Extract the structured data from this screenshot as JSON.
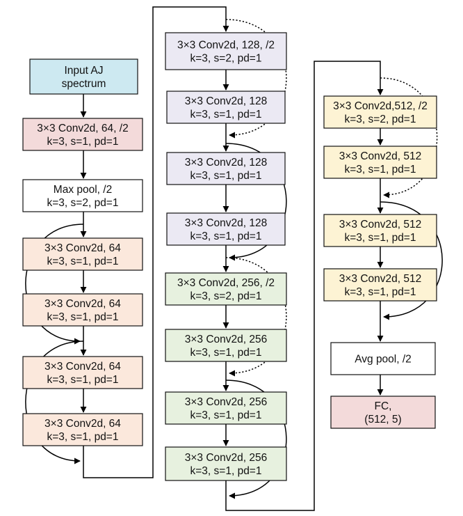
{
  "colors": {
    "input": "#cde9f1",
    "stem": "#f3dada",
    "stage1": "#fbe8dc",
    "stage2": "#ebe9f3",
    "stage3": "#e7f1df",
    "stage4": "#fdf3d4",
    "plain": "#ffffff",
    "fc": "#f3dada"
  },
  "blocks": [
    {
      "id": "input",
      "lines": [
        "Input AJ",
        "spectrum"
      ],
      "color": "input"
    },
    {
      "id": "conv-stem",
      "lines": [
        "3×3 Conv2d, 64, /2",
        "k=3, s=1, pd=1"
      ],
      "color": "stem"
    },
    {
      "id": "maxpool",
      "lines": [
        "Max pool, /2",
        "k=3, s=2, pd=1"
      ],
      "color": "plain"
    },
    {
      "id": "s1-conv1",
      "lines": [
        "3×3 Conv2d, 64",
        "k=3, s=1, pd=1"
      ],
      "color": "stage1"
    },
    {
      "id": "s1-conv2",
      "lines": [
        "3×3 Conv2d, 64",
        "k=3, s=1, pd=1"
      ],
      "color": "stage1"
    },
    {
      "id": "s1-conv3",
      "lines": [
        "3×3 Conv2d, 64",
        "k=3, s=1, pd=1"
      ],
      "color": "stage1"
    },
    {
      "id": "s1-conv4",
      "lines": [
        "3×3 Conv2d, 64",
        "k=3, s=1, pd=1"
      ],
      "color": "stage1"
    },
    {
      "id": "s2-conv1",
      "lines": [
        "3×3 Conv2d, 128, /2",
        "k=3, s=2, pd=1"
      ],
      "color": "stage2"
    },
    {
      "id": "s2-conv2",
      "lines": [
        "3×3 Conv2d, 128",
        "k=3, s=1, pd=1"
      ],
      "color": "stage2"
    },
    {
      "id": "s2-conv3",
      "lines": [
        "3×3 Conv2d, 128",
        "k=3, s=1, pd=1"
      ],
      "color": "stage2"
    },
    {
      "id": "s2-conv4",
      "lines": [
        "3×3 Conv2d, 128",
        "k=3, s=1, pd=1"
      ],
      "color": "stage2"
    },
    {
      "id": "s3-conv1",
      "lines": [
        "3×3 Conv2d, 256, /2",
        "k=3, s=2, pd=1"
      ],
      "color": "stage3"
    },
    {
      "id": "s3-conv2",
      "lines": [
        "3×3 Conv2d, 256",
        "k=3, s=1, pd=1"
      ],
      "color": "stage3"
    },
    {
      "id": "s3-conv3",
      "lines": [
        "3×3 Conv2d, 256",
        "k=3, s=1, pd=1"
      ],
      "color": "stage3"
    },
    {
      "id": "s3-conv4",
      "lines": [
        "3×3 Conv2d, 256",
        "k=3, s=1, pd=1"
      ],
      "color": "stage3"
    },
    {
      "id": "s4-conv1",
      "lines": [
        "3×3 Conv2d,512, /2",
        "k=3, s=2, pd=1"
      ],
      "color": "stage4"
    },
    {
      "id": "s4-conv2",
      "lines": [
        "3×3 Conv2d, 512",
        "k=3, s=1, pd=1"
      ],
      "color": "stage4"
    },
    {
      "id": "s4-conv3",
      "lines": [
        "3×3 Conv2d, 512",
        "k=3, s=1, pd=1"
      ],
      "color": "stage4"
    },
    {
      "id": "s4-conv4",
      "lines": [
        "3×3 Conv2d, 512",
        "k=3, s=1, pd=1"
      ],
      "color": "stage4"
    },
    {
      "id": "avgpool",
      "lines": [
        "Avg pool, /2"
      ],
      "color": "plain"
    },
    {
      "id": "fc",
      "lines": [
        "FC,",
        "(512, 5)"
      ],
      "color": "fc"
    }
  ]
}
